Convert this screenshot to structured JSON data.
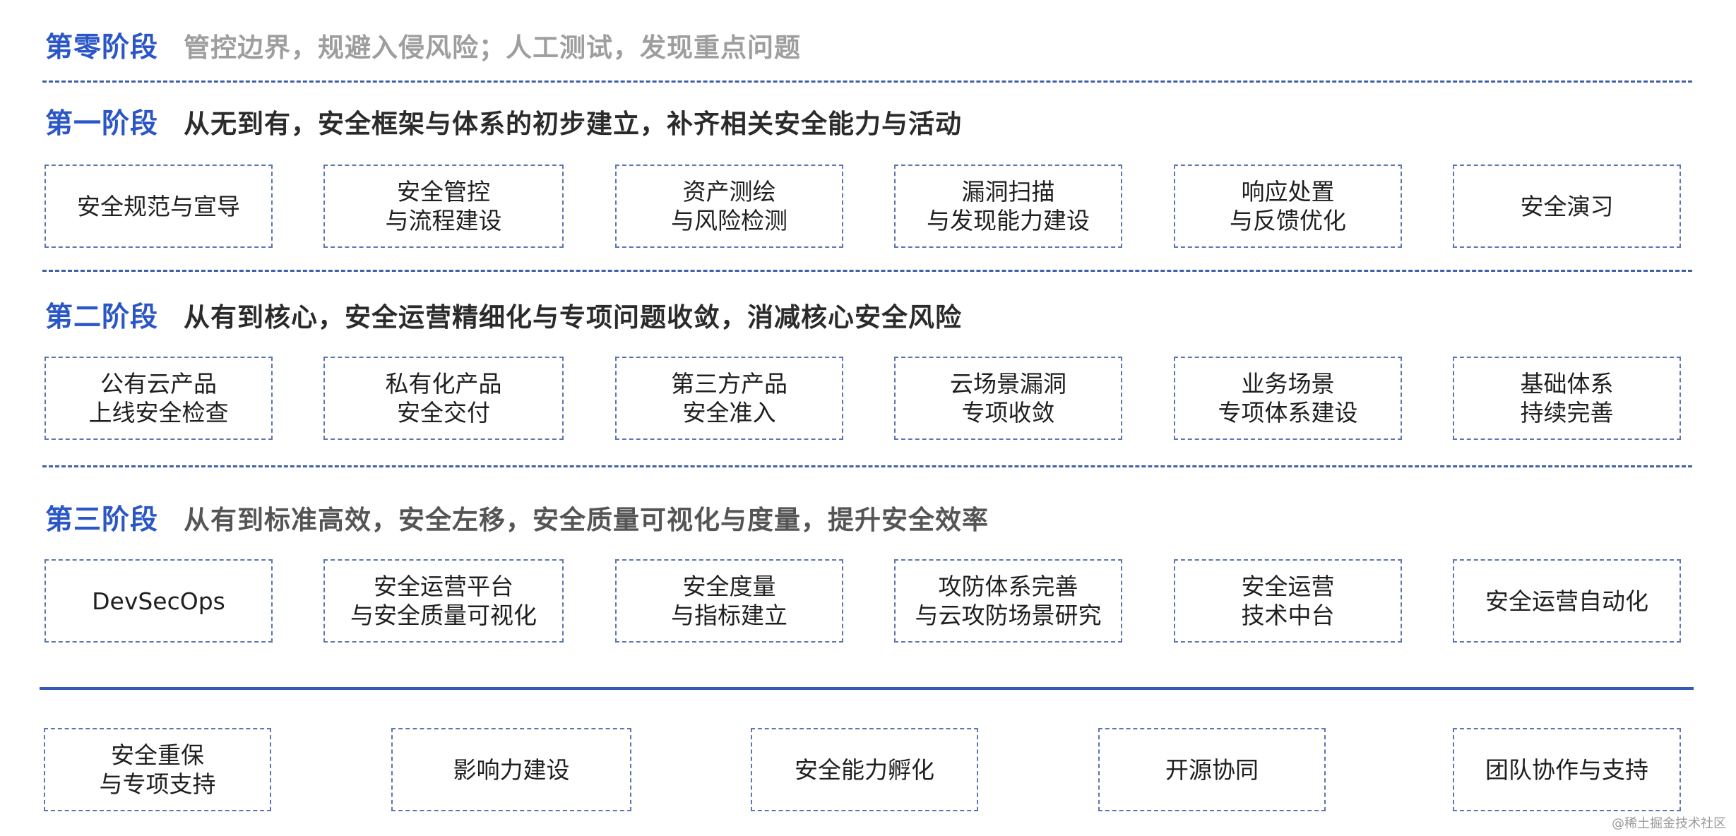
{
  "stages": [
    {
      "label": "第零阶段",
      "desc": "管控边界，规避入侵风险；人工测试，发现重点问题",
      "items": []
    },
    {
      "label": "第一阶段",
      "desc": "从无到有，安全框架与体系的初步建立，补齐相关安全能力与活动",
      "items": [
        [
          "安全规范与宣导"
        ],
        [
          "安全管控",
          "与流程建设"
        ],
        [
          "资产测绘",
          "与风险检测"
        ],
        [
          "漏洞扫描",
          "与发现能力建设"
        ],
        [
          "响应处置",
          "与反馈优化"
        ],
        [
          "安全演习"
        ]
      ]
    },
    {
      "label": "第二阶段",
      "desc": "从有到核心，安全运营精细化与专项问题收敛，消减核心安全风险",
      "items": [
        [
          "公有云产品",
          "上线安全检查"
        ],
        [
          "私有化产品",
          "安全交付"
        ],
        [
          "第三方产品",
          "安全准入"
        ],
        [
          "云场景漏洞",
          "专项收敛"
        ],
        [
          "业务场景",
          "专项体系建设"
        ],
        [
          "基础体系",
          "持续完善"
        ]
      ]
    },
    {
      "label": "第三阶段",
      "desc": "从有到标准高效，安全左移，安全质量可视化与度量，提升安全效率",
      "items": [
        [
          "DevSecOps"
        ],
        [
          "安全运营平台",
          "与安全质量可视化"
        ],
        [
          "安全度量",
          "与指标建立"
        ],
        [
          "攻防体系完善",
          "与云攻防场景研究"
        ],
        [
          "安全运营",
          "技术中台"
        ],
        [
          "安全运营自动化"
        ]
      ]
    }
  ],
  "support": [
    [
      "安全重保",
      "与专项支持"
    ],
    [
      "影响力建设"
    ],
    [
      "安全能力孵化"
    ],
    [
      "开源协同"
    ],
    [
      "团队协作与支持"
    ]
  ],
  "watermark": "@稀土掘金技术社区",
  "colors": {
    "stage_label": "#2B56C6",
    "divider": "#3F5FA8",
    "box_border": "#5D76AE",
    "solid_line": "#3458B8"
  }
}
